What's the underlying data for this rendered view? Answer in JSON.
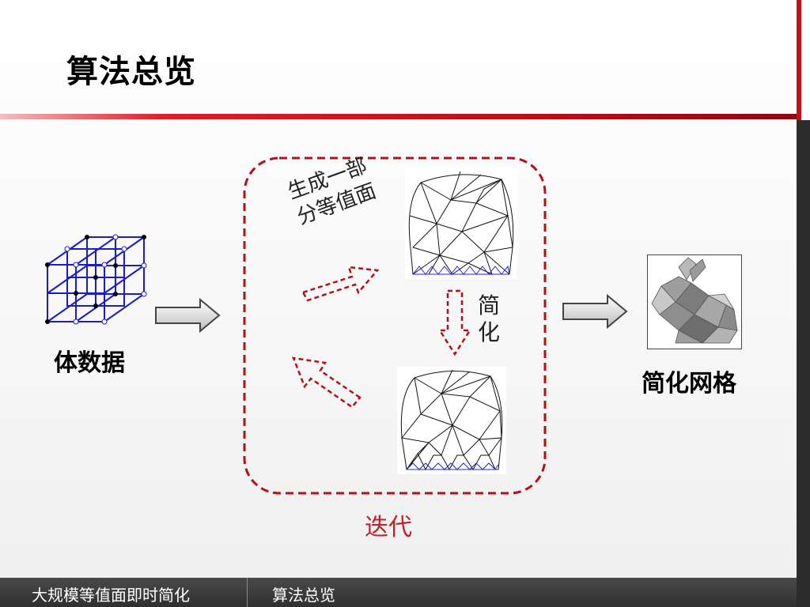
{
  "slide": {
    "title": "算法总览",
    "accent_color": "#c0101a",
    "dash_color": "#c0101a"
  },
  "diagram": {
    "input_label": "体数据",
    "output_label": "简化网格",
    "generate_label": {
      "line1": "生成一部",
      "line2": "分等值面"
    },
    "simplify_label": {
      "line1": "简",
      "line2": "化"
    },
    "iterate_label": "迭代"
  },
  "footer": {
    "left_text": "大规模等值面即时简化",
    "right_text": "算法总览"
  }
}
